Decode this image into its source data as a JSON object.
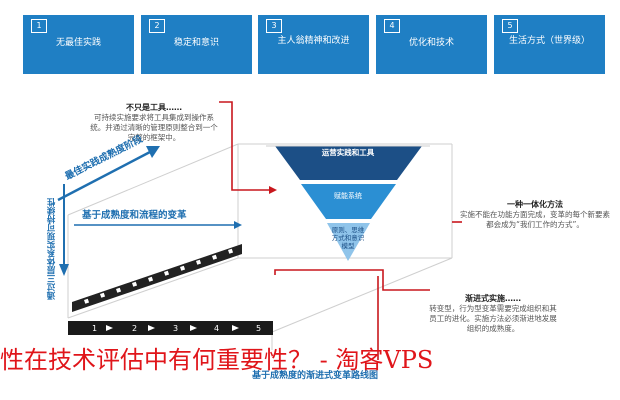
{
  "steps": [
    {
      "num": "1",
      "label": "无最佳实践"
    },
    {
      "num": "2",
      "label": "稳定和意识"
    },
    {
      "num": "3",
      "label": "主人翁精神和改进"
    },
    {
      "num": "4",
      "label": "优化和技术"
    },
    {
      "num": "5",
      "label": "生活方式（世界级）"
    }
  ],
  "notes": {
    "not_tool": {
      "title": "不只是工具……",
      "body": "可持续实施要求将工具集成到操作系统。并通过清晰的管理原则整合到一个完整的框架中。"
    },
    "integration": {
      "title": "一种一体化方法",
      "body": "实施不能在功能方面完成，变革的每个新要素都会成为“我们工作的方式”。"
    },
    "gradual": {
      "title": "渐进式实施……",
      "body": "转变型，行为型变革需要完成组织和其员工的进化。实施方法必须渐进地发展组织的成熟度。"
    }
  },
  "pyramid": {
    "top": "运营实践和工具",
    "mid": "赋能系统",
    "bottom": "原则、思维方式和意识模型"
  },
  "labels": {
    "best_practice": "最佳实践成熟度阶段",
    "maturity_change": "基于成熟度和流程的变革",
    "three_layer": "通过三层体系实现可持续性",
    "bottom_arrow": "基于成熟度的渐进式变革路线图"
  },
  "scale_numbers": [
    "1",
    "2",
    "3",
    "4",
    "5"
  ],
  "caption": "性在技术评估中有何重要性？ - 淘客VPS",
  "colors": {
    "step_blue": "#1f7fc4",
    "pyramid_top": "#1c4f86",
    "pyramid_mid": "#2b8fd3",
    "pyramid_bottom": "#8fc4ea",
    "accent_red": "#c8171d",
    "caption_red": "#e0151a"
  }
}
